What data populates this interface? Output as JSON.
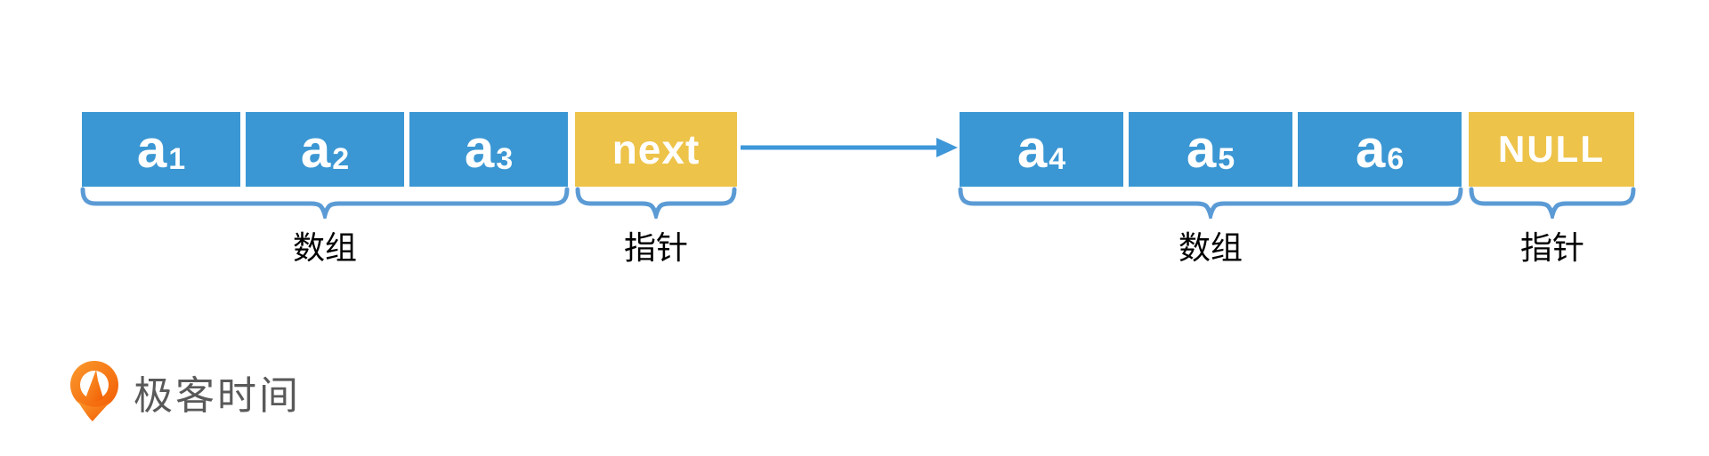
{
  "diagram": {
    "title_hint": "unrolled linked list node diagram",
    "colors": {
      "cell_blue": "#3b97d3",
      "cell_yellow": "#eec34a",
      "brace_blue": "#5b9bd5",
      "arrow_blue": "#3e97d8",
      "label_text": "#000000",
      "cell_text": "#ffffff",
      "logo_text_color": "#595959",
      "logo_orange_light": "#fb9a2e",
      "logo_orange_dark": "#f25c02"
    },
    "node1": {
      "cells": [
        {
          "base": "a",
          "sub": "1"
        },
        {
          "base": "a",
          "sub": "2"
        },
        {
          "base": "a",
          "sub": "3"
        }
      ],
      "pointer_cell": "next",
      "array_label": "数组",
      "pointer_label": "指针"
    },
    "node2": {
      "cells": [
        {
          "base": "a",
          "sub": "4"
        },
        {
          "base": "a",
          "sub": "5"
        },
        {
          "base": "a",
          "sub": "6"
        }
      ],
      "pointer_cell": "NULL",
      "array_label": "数组",
      "pointer_label": "指针"
    },
    "logo": {
      "text": "极客时间",
      "icon": "geektime-pin-clock-icon"
    }
  }
}
